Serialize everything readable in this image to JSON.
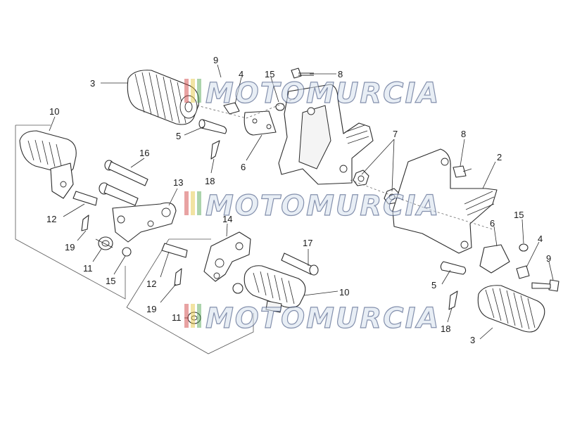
{
  "watermark": {
    "text": "MOTOMURCIA"
  },
  "callouts": [
    {
      "id": "c1",
      "label": "3"
    },
    {
      "id": "c2",
      "label": "9"
    },
    {
      "id": "c3",
      "label": "4"
    },
    {
      "id": "c4",
      "label": "15"
    },
    {
      "id": "c5",
      "label": "8"
    },
    {
      "id": "c6",
      "label": "10"
    },
    {
      "id": "c7",
      "label": "5"
    },
    {
      "id": "c8",
      "label": "16"
    },
    {
      "id": "c9",
      "label": "6"
    },
    {
      "id": "c10",
      "label": "18"
    },
    {
      "id": "c11",
      "label": "7"
    },
    {
      "id": "c12",
      "label": "8"
    },
    {
      "id": "c13",
      "label": "2"
    },
    {
      "id": "c14",
      "label": "13"
    },
    {
      "id": "c15",
      "label": "12"
    },
    {
      "id": "c16",
      "label": "14"
    },
    {
      "id": "c17",
      "label": "19"
    },
    {
      "id": "c18",
      "label": "11"
    },
    {
      "id": "c19",
      "label": "15"
    },
    {
      "id": "c20",
      "label": "17"
    },
    {
      "id": "c21",
      "label": "12"
    },
    {
      "id": "c22",
      "label": "10"
    },
    {
      "id": "c23",
      "label": "19"
    },
    {
      "id": "c24",
      "label": "11"
    },
    {
      "id": "c25",
      "label": "15"
    },
    {
      "id": "c26",
      "label": "6"
    },
    {
      "id": "c27",
      "label": "4"
    },
    {
      "id": "c28",
      "label": "9"
    },
    {
      "id": "c29",
      "label": "5"
    },
    {
      "id": "c30",
      "label": "18"
    },
    {
      "id": "c31",
      "label": "3"
    }
  ]
}
